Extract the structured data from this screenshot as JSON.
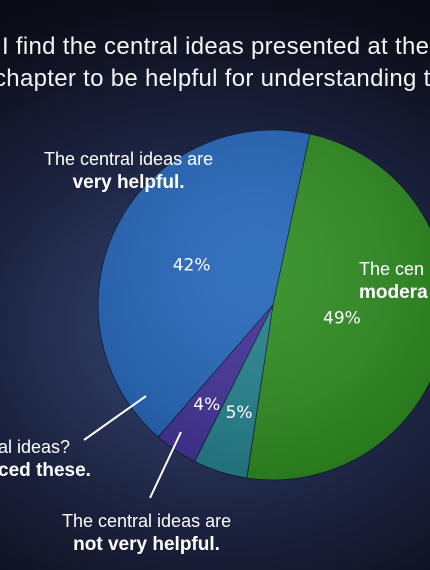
{
  "title": {
    "line1": "I find the central ideas presented at the",
    "line2": "chapter to be helpful for understanding t"
  },
  "chart_data": {
    "type": "pie",
    "slices": [
      {
        "label": "The central ideas are very helpful.",
        "value": 42,
        "display": "42%",
        "color": "#1f63b8"
      },
      {
        "label": "The central ideas are moderately helpful.",
        "value": 49,
        "display": "49%",
        "color": "#2a8a1c"
      },
      {
        "label": "The central ideas are not very helpful.",
        "value": 5,
        "display": "5%",
        "color": "#1f7f8c"
      },
      {
        "label": "Central ideas? Never noticed these.",
        "value": 4,
        "display": "4%",
        "color": "#3f2d95"
      }
    ]
  },
  "labels": {
    "very": {
      "line1": "The central ideas are",
      "bold": "very helpful."
    },
    "moderately": {
      "line1": "The cen",
      "bold": "modera"
    },
    "not_very": {
      "line1": "The central ideas are",
      "bold": "not very helpful."
    },
    "never": {
      "line1": "al ideas?",
      "bold": "ced these."
    }
  }
}
